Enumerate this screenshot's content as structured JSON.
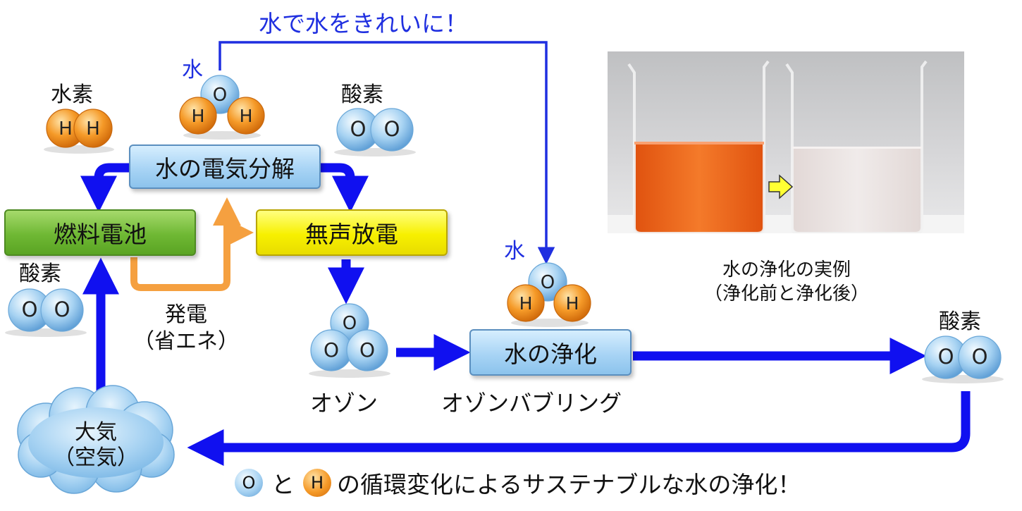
{
  "header_text": "水で水をきれいに！",
  "atoms": {
    "hydrogen": "H",
    "oxygen": "O"
  },
  "molecules": {
    "water_top": "水",
    "hydrogen": "水素",
    "oxygen_top": "酸素",
    "oxygen_left": "酸素",
    "water_mid": "水",
    "oxygen_right": "酸素",
    "ozone": "オゾン"
  },
  "boxes": {
    "electrolysis": "水の電気分解",
    "fuel_cell": "燃料電池",
    "discharge": "無声放電",
    "purification": "水の浄化"
  },
  "labels": {
    "generation_line1": "発電",
    "generation_line2": "（省エネ）",
    "bubbling": "オゾンバブリング",
    "atmosphere_line1": "大気",
    "atmosphere_line2": "（空気）"
  },
  "photo_caption": {
    "line1": "水の浄化の実例",
    "line2": "（浄化前と浄化後）"
  },
  "footer": {
    "o_atom": "O",
    "connector": "と",
    "h_atom": "H",
    "text": "の循環変化によるサステナブルな水の浄化！"
  },
  "colors": {
    "flow_arrow": "#1010f0",
    "power_arrow": "#f5a040",
    "hydrogen_atom": "#f08c1e",
    "oxygen_atom": "#a6d2f2",
    "header_text": "#1f2fe0",
    "box_blue": "#a8d4f5",
    "box_green": "#6fb834",
    "box_yellow": "#f7f000",
    "cloud": "#a6d2f2",
    "liquid_before": "#f06a1c",
    "liquid_after": "#e9e2e1",
    "photo_arrow": "#ffff33"
  }
}
